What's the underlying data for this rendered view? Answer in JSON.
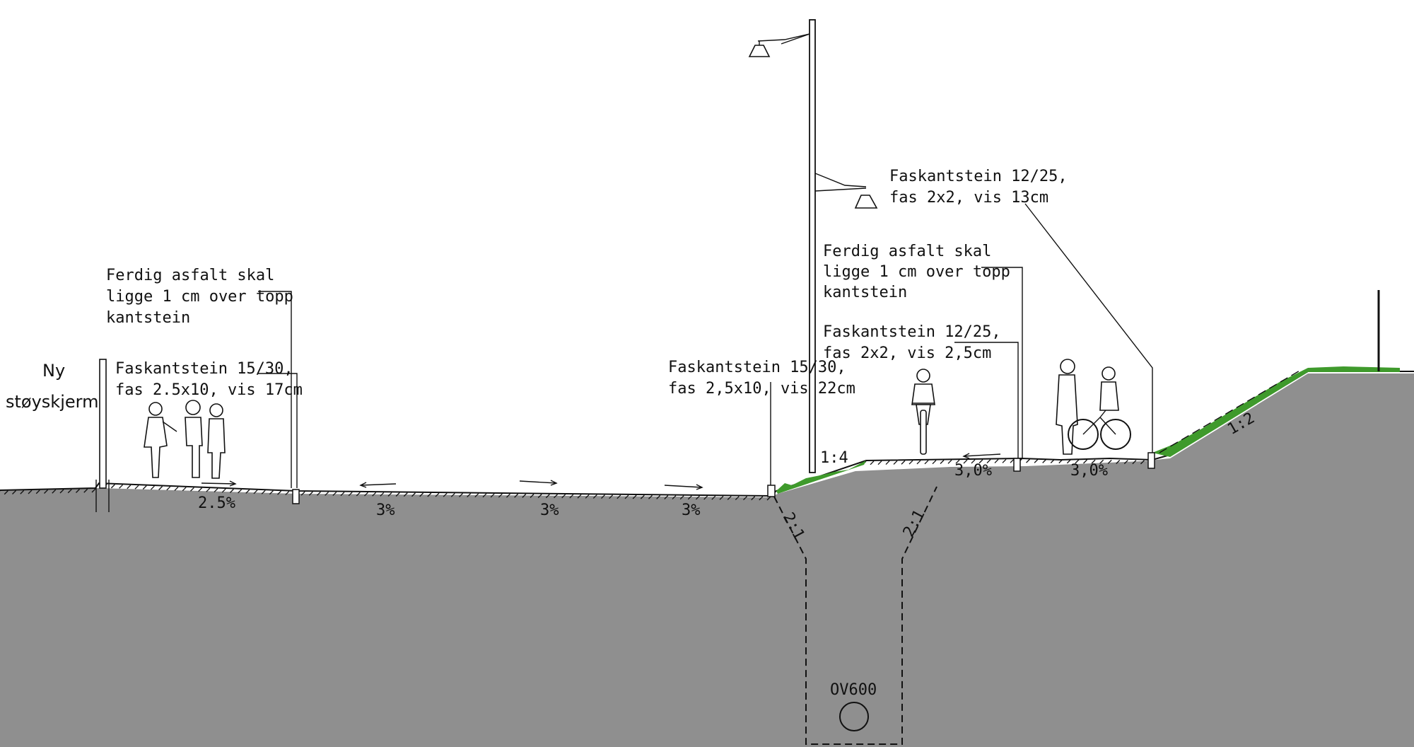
{
  "labels": {
    "noise_wall": [
      "Ny",
      "støyskjerm"
    ],
    "asphalt_note_left": [
      "Ferdig asfalt skal",
      "ligge 1 cm over topp",
      "kantstein"
    ],
    "curb_left": [
      "Faskantstein 15/30,",
      "fas 2.5x10, vis 17cm"
    ],
    "curb_center": [
      "Faskantstein 15/30,",
      "fas 2,5x10, vis 22cm"
    ],
    "asphalt_note_right": [
      "Ferdig asfalt skal",
      "ligge 1 cm over topp",
      "kantstein"
    ],
    "curb_right_low": [
      "Faskantstein 12/25,",
      "fas 2x2, vis 2,5cm"
    ],
    "curb_right_high": [
      "Faskantstein 12/25,",
      "fas 2x2, vis 13cm"
    ],
    "pipe": "OV600"
  },
  "slopes": {
    "sidewalk": "2.5%",
    "road_1": "3%",
    "road_2": "3%",
    "road_3": "3%",
    "bike_path_1": "3,0%",
    "bike_path_2": "3,0%",
    "embankment_left": "1:4",
    "trench_left": "2:1",
    "trench_right": "2:1",
    "embankment_right": "1:2"
  },
  "colors": {
    "ground": "#8f8f8f",
    "grass": "#3f9a2c",
    "line": "#111111",
    "background": "#ffffff"
  }
}
